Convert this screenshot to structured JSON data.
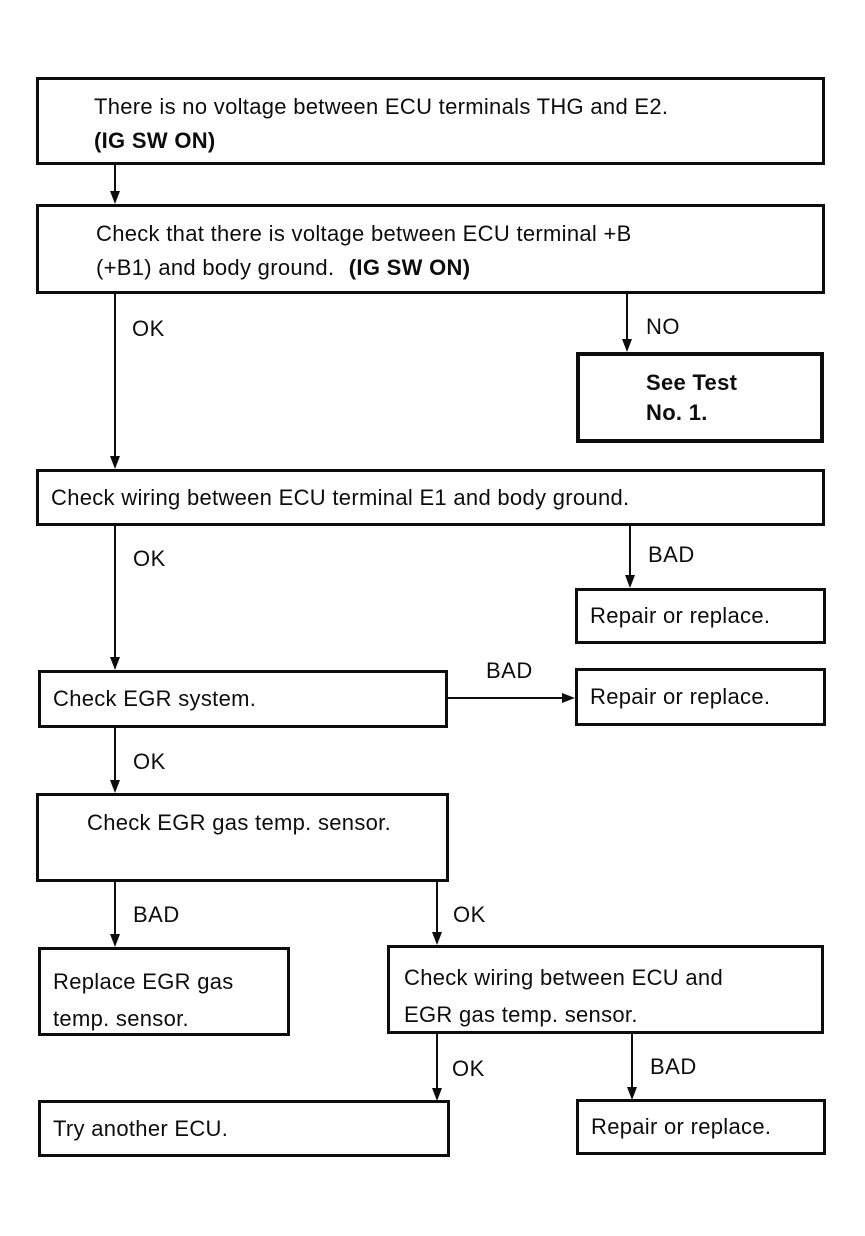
{
  "nodes": {
    "problem": {
      "line1": "There is no voltage between ECU terminals THG and E2.",
      "line2_bold": "(IG SW ON)"
    },
    "check_voltage": {
      "line1": "Check that there is voltage between ECU terminal +B",
      "line2": "(+B1) and body ground.",
      "line2_bold": "(IG SW ON)"
    },
    "see_test": {
      "line1": "See Test",
      "line2": "No. 1."
    },
    "check_wiring_e1": {
      "text": "Check wiring between ECU terminal E1 and body ground."
    },
    "repair_a": {
      "text": "Repair or replace."
    },
    "check_egr_system": {
      "text": "Check EGR system."
    },
    "repair_b": {
      "text": "Repair or replace."
    },
    "check_egr_sensor": {
      "text": "Check EGR gas temp. sensor."
    },
    "replace_sensor": {
      "line1": "Replace EGR gas",
      "line2": "temp. sensor."
    },
    "check_wiring_sensor": {
      "line1": "Check wiring between ECU and",
      "line2": "EGR gas temp. sensor."
    },
    "try_another_ecu": {
      "text": "Try another ECU."
    },
    "repair_c": {
      "text": "Repair or replace."
    }
  },
  "labels": {
    "ok_voltage": "OK",
    "no_voltage": "NO",
    "ok_wiring_e1": "OK",
    "bad_wiring_e1": "BAD",
    "bad_egr_system": "BAD",
    "ok_egr_system": "OK",
    "bad_egr_sensor": "BAD",
    "ok_egr_sensor": "OK",
    "ok_wiring_sensor": "OK",
    "bad_wiring_sensor": "BAD"
  },
  "colors": {
    "ink": "#0d0d0d",
    "background": "#ffffff"
  }
}
